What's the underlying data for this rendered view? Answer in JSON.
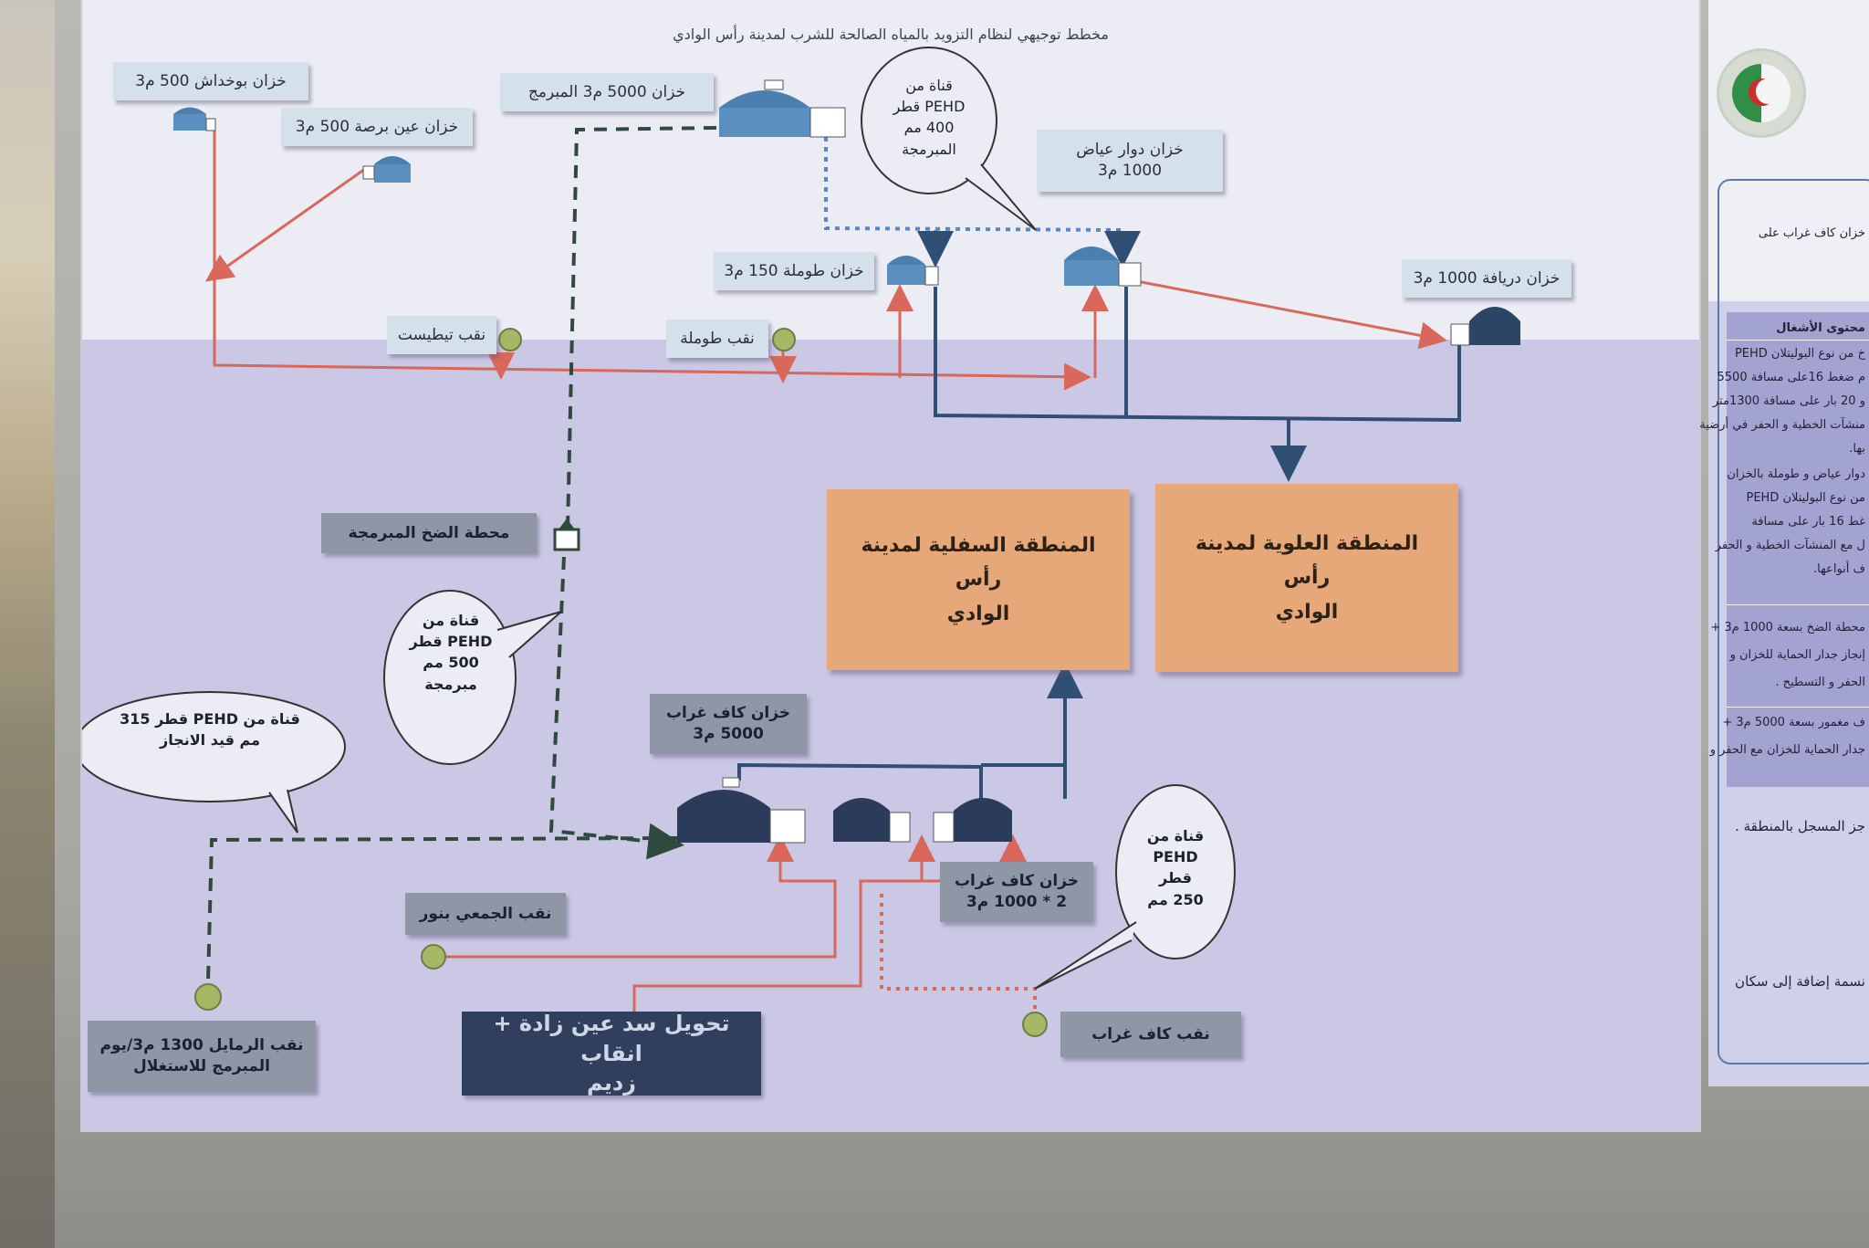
{
  "title": "مخطط توجيهي لنظام التزويد بالمياه الصالحة للشرب لمدينة رأس الوادي",
  "labels": {
    "boukhdash": "خزان بوخداش 500 م3",
    "ain_barsa": "خزان عين برصة 500 م3",
    "reservoir_5000_prog": "خزان 5000 م3 المبرمج",
    "douar_ayadh": "خزان دوار عياض\n1000 م3",
    "toumla_150": "خزان طوملة 150 م3",
    "driaka": "خزان دريافة 1000 م3",
    "well_titest": "نقب تيطيست",
    "well_toumla": "نقب طوملة",
    "pump_station": "محطة الضخ المبرمجة",
    "kef_ghorab_5000": "خزان كاف غراب\n5000 م3",
    "kef_ghorab_2x1000": "خزان كاف غراب\n2 * 1000 م3",
    "well_jemai": "نقب الجمعي بنور",
    "well_rmail": "نقب الرمايل 1300 م3/يوم\nالمبرمج للاستغلال",
    "transfer": "تحويل سد عين زادة + انقاب\nزديم",
    "well_kef_ghorab": "نقب كاف غراب"
  },
  "zones": {
    "lower": "المنطقة السفلية لمدينة رأس\nالوادي",
    "upper": "المنطقة العلوية لمدينة رأس\nالوادي"
  },
  "bubbles": {
    "pipe_400": "قناة من\nPEHD قطر\n400 مم\nالمبرمجة",
    "pipe_500": "قناة من\nPEHD قطر\n500 مم\nمبرمجة",
    "pipe_315": "قناة من PEHD قطر 315\nمم قيد الانجاز",
    "pipe_250": "قناة من\nPEHD\nقطر\n250 مم"
  },
  "side_panel": {
    "heading": "محتوى الأشغال",
    "lines": [
      "خزان كاف غراب على",
      "خ من نوع البوليتلان PEHD",
      "م ضغط 16على مسافة 5500",
      "و 20 بار على مسافة 1300متر",
      "منشآت الخطية و الحفر في أرضية",
      "بها.",
      "دوار عياض و طوملة بالخزان",
      "من نوع البوليتلان PEHD",
      "غط 16 بار على مسافة",
      "ل مع المنشآت الخطية و الحفر",
      "ف أنواعها.",
      "محطة الضخ بسعة 1000 م3 +",
      "إنجاز جدار الحماية للخزان و",
      "الحفر و التسطيح .",
      "ف مغمور بسعة 5000 م3 +",
      "جدار الحماية للخزان مع الحفر و",
      "جز المسجل بالمنطقة .",
      "نسمة إضافة إلى سكان"
    ]
  },
  "colors": {
    "red_pipe": "#d9675a",
    "blue_pipe": "#2f4f74",
    "dashed_pipe": "#2e4a3c",
    "zone_fill": "#e6a878",
    "well_green": "#a6b866"
  }
}
